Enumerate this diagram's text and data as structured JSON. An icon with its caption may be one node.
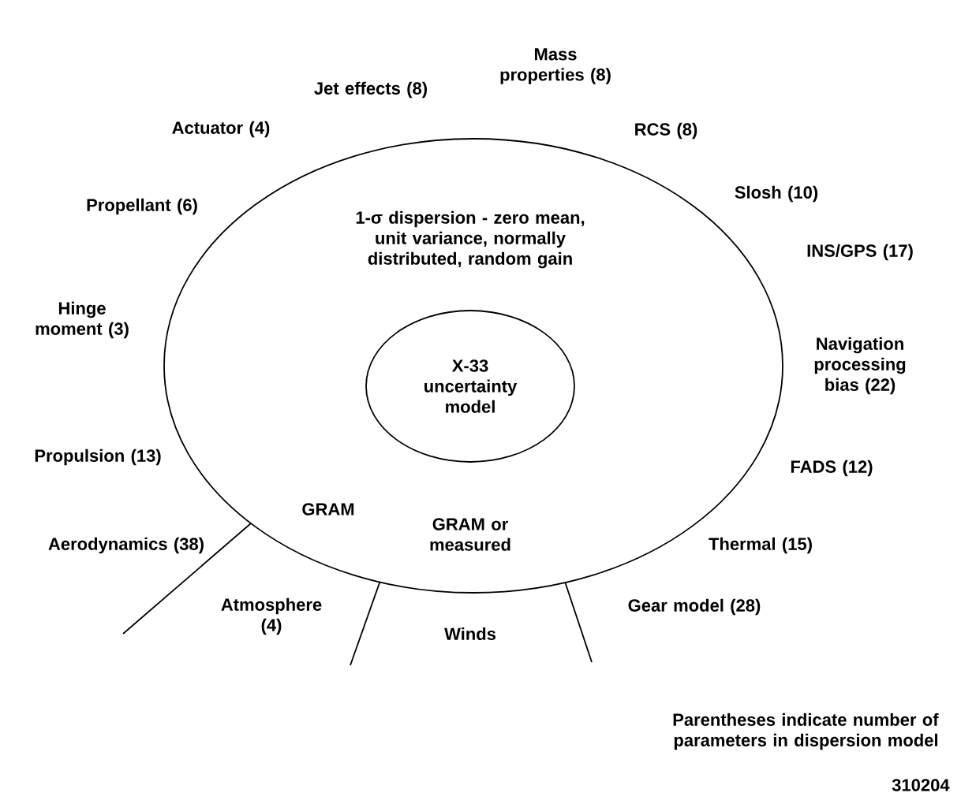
{
  "diagram": {
    "nodes": [
      {
        "text": [
          "1-σ dispersion - zero mean, unit variance, normally distributed, random gain"
        ]
      },
      {
        "text": [
          "X-33 uncertainty model"
        ],
        "in": 0
      }
    ],
    "edges": [],
    "labels": [
      "Mass properties (8)",
      "Jet effects (8)",
      "Actuator (4)",
      "RCS (8)",
      "Propellant (6)",
      "Slosh (10)",
      "INS/GPS (17)",
      "Hinge moment (3)",
      "Navigation processing bias (22)",
      "Propulsion (13)",
      "FADS (12)",
      "Aerodynamics (38)",
      "GRAM",
      "GRAM or measured",
      "Thermal (15)",
      "Atmosphere (4)",
      "Gear model (28)",
      "Winds",
      "Parentheses indicate number of parameters in dispersion model",
      "310204"
    ]
  }
}
